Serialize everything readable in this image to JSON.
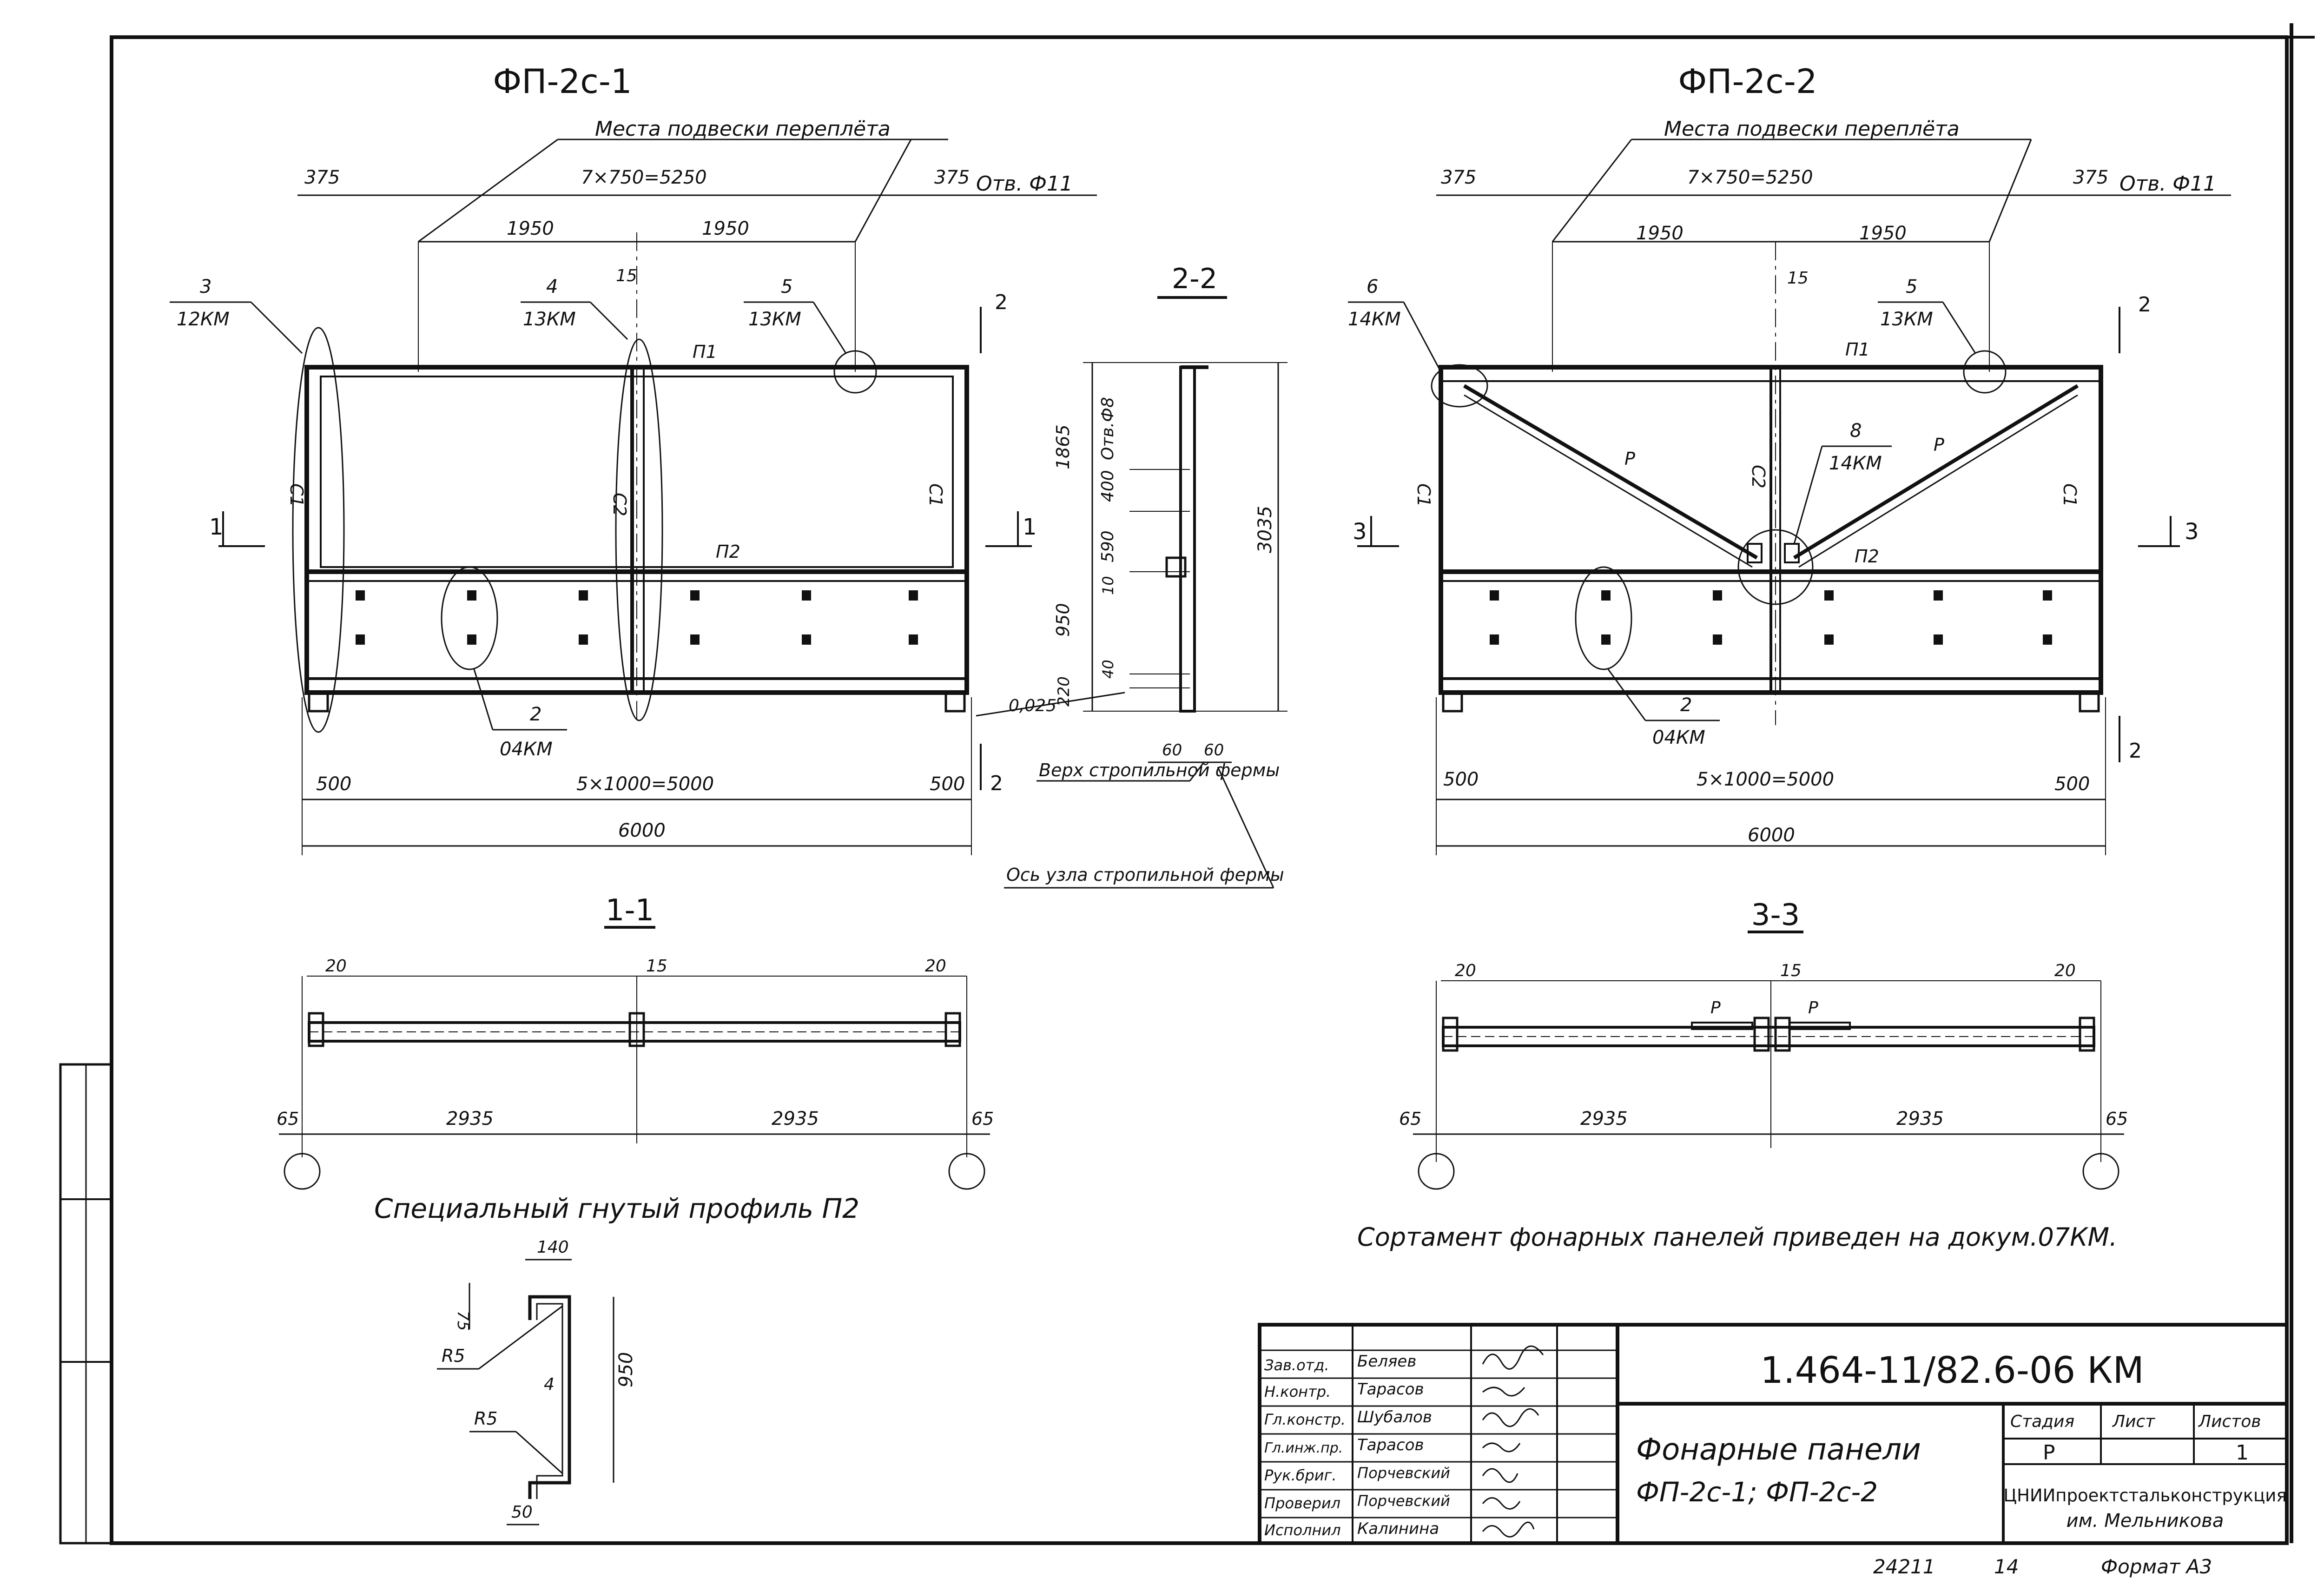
{
  "view1": {
    "title": "ФП-2с-1",
    "hanger_note": "Места подвески переплёта",
    "hole_note": "Отв. Ф11",
    "dims": {
      "left_edge": "375",
      "right_edge": "375",
      "top_span": "7×750=5250",
      "half_left": "1950",
      "half_right": "1950",
      "web": "15",
      "bottom_left": "500",
      "bottom_right": "500",
      "bottom_span": "5×1000=5000",
      "overall": "6000"
    },
    "callouts": [
      {
        "num": "3",
        "ref": "12КМ"
      },
      {
        "num": "4",
        "ref": "13КМ"
      },
      {
        "num": "5",
        "ref": "13КМ"
      },
      {
        "num": "2",
        "ref": "04КМ"
      }
    ],
    "member_labels": {
      "top": "П1",
      "middle": "П2",
      "left": "С1",
      "center": "С2",
      "right": "С1"
    },
    "section_mark": "1",
    "section_mark_side": "2"
  },
  "view2": {
    "title": "ФП-2с-2",
    "hanger_note": "Места подвески переплёта",
    "hole_note": "Отв. Ф11",
    "dims": {
      "left_edge": "375",
      "right_edge": "375",
      "top_span": "7×750=5250",
      "half_left": "1950",
      "half_right": "1950",
      "web": "15",
      "bottom_left": "500",
      "bottom_right": "500",
      "bottom_span": "5×1000=5000",
      "overall": "6000"
    },
    "callouts": [
      {
        "num": "6",
        "ref": "14КМ"
      },
      {
        "num": "5",
        "ref": "13КМ"
      },
      {
        "num": "8",
        "ref": "14КМ"
      },
      {
        "num": "2",
        "ref": "04КМ"
      }
    ],
    "member_labels": {
      "top": "П1",
      "middle": "П2",
      "left": "С1",
      "center": "С2",
      "right": "С1",
      "brace": "Р"
    },
    "section_mark": "3",
    "section_mark_side": "2"
  },
  "section22": {
    "title": "2-2",
    "dims": {
      "total": "3035",
      "upper": "1865",
      "holes": "400",
      "hole_label": "Отв.Ф8",
      "mid": "590",
      "ten": "10",
      "lower": "950",
      "forty": "40",
      "base": "220",
      "slope": "0,025",
      "w1": "60",
      "w2": "60"
    },
    "note_truss_top": "Верх стропильной фермы",
    "note_truss_axis": "Ось узла стропильной фермы"
  },
  "section11": {
    "title": "1-1",
    "dims": {
      "a": "20",
      "b": "15",
      "c": "20",
      "left": "65",
      "span1": "2935",
      "span2": "2935",
      "right": "65"
    }
  },
  "section33": {
    "title": "3-3",
    "dims": {
      "a": "20",
      "b": "15",
      "c": "20",
      "left": "65",
      "span1": "2935",
      "span2": "2935",
      "right": "65"
    },
    "brace": "Р"
  },
  "profile": {
    "title": "Специальный гнутый профиль П2",
    "dims": {
      "width": "140",
      "lip": "75",
      "thickness": "4",
      "height": "950",
      "bottom": "50",
      "r1": "R5",
      "r2": "R5"
    }
  },
  "note_assortment": "Сортамент фонарных панелей приведен на докум.07КМ.",
  "title_block": {
    "doc_code": "1.464-11/82.6-06 КМ",
    "title_line1": "Фонарные панели",
    "title_line2": "ФП-2с-1; ФП-2с-2",
    "stage_label": "Стадия",
    "sheet_label": "Лист",
    "sheets_label": "Листов",
    "stage": "Р",
    "sheet": "",
    "sheets": "1",
    "org_line1": "ЦНИИпроектстальконструкция",
    "org_line2": "им. Мельникова",
    "roles": [
      {
        "role": "Зав.отд.",
        "name": "Беляев"
      },
      {
        "role": "Н.контр.",
        "name": "Тарасов"
      },
      {
        "role": "Гл.констр.",
        "name": "Шубалов"
      },
      {
        "role": "Гл.инж.пр.",
        "name": "Тарасов"
      },
      {
        "role": "Рук.бриг.",
        "name": "Порчевский"
      },
      {
        "role": "Проверил",
        "name": "Порчевский"
      },
      {
        "role": "Исполнил",
        "name": "Калинина"
      }
    ]
  },
  "footer": {
    "inv": "24211",
    "page": "14",
    "format": "Формат А3"
  }
}
